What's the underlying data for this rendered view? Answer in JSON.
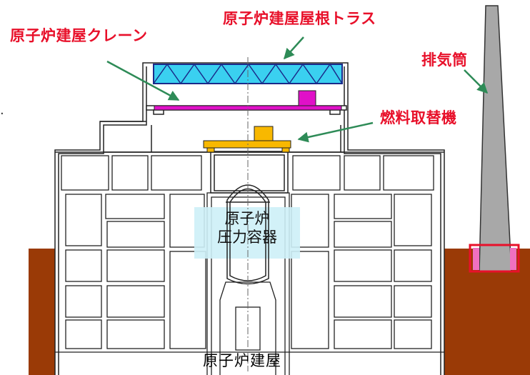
{
  "labels": {
    "roof_truss": "原子炉建屋屋根トラス",
    "crane": "原子炉建屋クレーン",
    "stack": "排気筒",
    "fuel_machine": "燃料取替機",
    "vessel_line1": "原子炉",
    "vessel_line2": "圧力容器",
    "building": "原子炉建屋"
  },
  "colors": {
    "label_red": "#e8102a",
    "arrow_green": "#2e8b57",
    "truss_blue": "#3ad0f0",
    "crane_magenta": "#e010c8",
    "fuel_machine_yellow": "#f8b800",
    "ground_brown": "#9a3a06",
    "stack_gray": "#a8a8a8",
    "vessel_highlight": "#cdeff7"
  }
}
